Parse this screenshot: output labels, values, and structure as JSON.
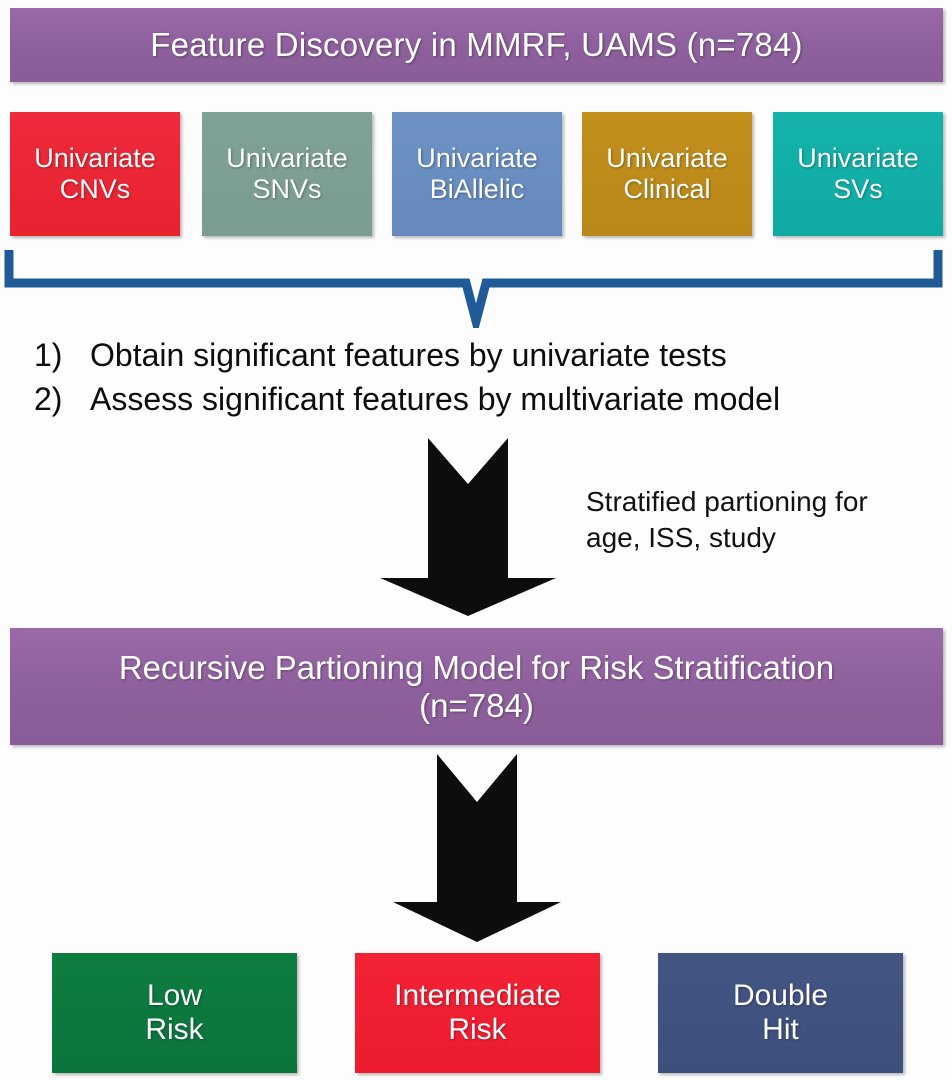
{
  "header": {
    "title": "Feature Discovery in MMRF, UAMS (n=784)",
    "background_color": "#8d5f9c",
    "text_color": "#ffffff"
  },
  "univariate_boxes": [
    {
      "line1": "Univariate",
      "line2": "CNVs",
      "label": "Univariate\nCNVs",
      "color": "#e8222f"
    },
    {
      "line1": "Univariate",
      "line2": "SNVs",
      "label": "Univariate\nSNVs",
      "color": "#7b9d8f"
    },
    {
      "line1": "Univariate",
      "line2": "BiAllelic",
      "label": "Univariate\nBiAllelic",
      "color": "#6589bd"
    },
    {
      "line1": "Univariate",
      "line2": "Clinical",
      "label": "Univariate\nClinical",
      "color": "#b9881a"
    },
    {
      "line1": "Univariate",
      "line2": "SVs",
      "label": "Univariate\nSVs",
      "color": "#10aaa4"
    }
  ],
  "brace": {
    "color": "#1f5b96",
    "name": "curly-brace-connector"
  },
  "steps": [
    {
      "number": "1)",
      "text": "Obtain significant features by univariate tests"
    },
    {
      "number": "2)",
      "text": "Assess significant features by multivariate model"
    }
  ],
  "arrows": [
    {
      "name": "down-arrow-to-model",
      "color": "#0d0d0d"
    },
    {
      "name": "down-arrow-to-outcomes",
      "color": "#0d0d0d"
    }
  ],
  "side_note": {
    "text": "Stratified partioning for age, ISS, study",
    "line1": "Stratified partioning for",
    "line2": "age, ISS, study"
  },
  "model_box": {
    "line1": "Recursive Partioning Model for Risk Stratification",
    "line2": "(n=784)",
    "background_color": "#8d5f9c"
  },
  "outcomes": [
    {
      "line1": "Low",
      "line2": "Risk",
      "label": "Low\nRisk",
      "color": "#0b743c"
    },
    {
      "line1": "Intermediate",
      "line2": "Risk",
      "label": "Intermediate\nRisk",
      "color": "#ed1b2e"
    },
    {
      "line1": "Double",
      "line2": "Hit",
      "label": "Double\nHit",
      "color": "#3e4f7d"
    }
  ]
}
